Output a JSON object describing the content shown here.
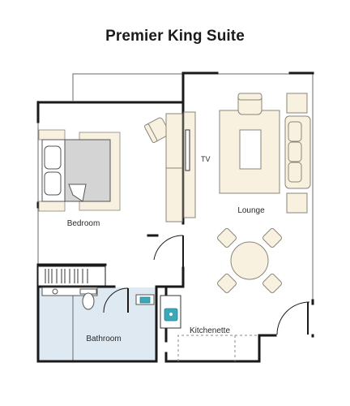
{
  "plan": {
    "title": "Premier King Suite",
    "rooms": {
      "bedroom": "Bedroom",
      "lounge": "Lounge",
      "bathroom": "Bathroom",
      "kitchenette": "Kitchenette"
    },
    "fixtures": {
      "tv": "TV"
    }
  },
  "colors": {
    "wall": "#1a1a1a",
    "thin_line": "#6a6a6a",
    "furniture_fill": "#f8f1df",
    "furniture_stroke": "#8a857a",
    "bed_grey": "#d4d4d4",
    "bathroom_fill": "#dfe9f1",
    "sink_teal": "#3ba7b9"
  }
}
